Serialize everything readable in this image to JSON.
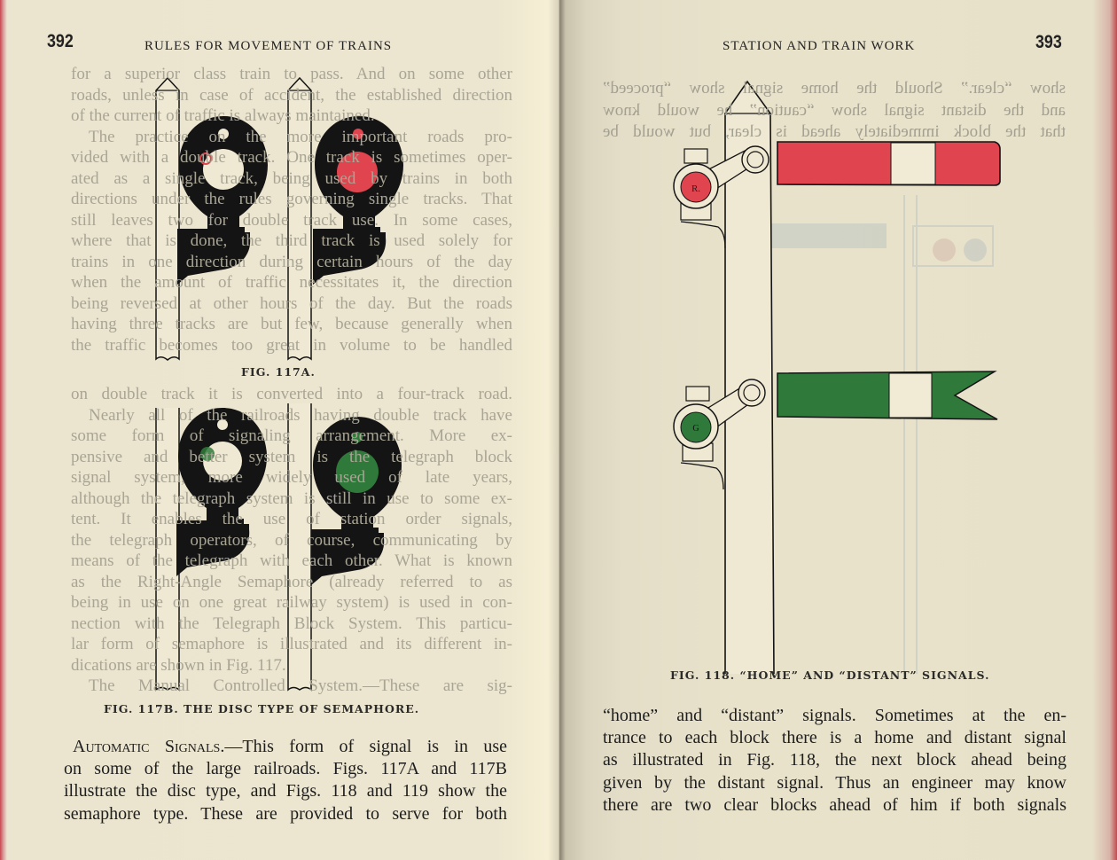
{
  "left_page": {
    "page_number": "392",
    "running_head": "RULES FOR MOVEMENT OF TRAINS",
    "fig_117a_caption": "FIG. 117A.",
    "fig_117b_caption": "FIG. 117B. THE DISC TYPE OF SEMAPHORE.",
    "body_lead": "Automatic Signals.",
    "body_lines": [
      "—This form of signal is in use",
      "on some of the large railroads.  Figs. 117A and 117B",
      "illustrate the disc type, and Figs. 118 and 119 show the",
      "semaphore type.  These are provided to serve for both"
    ],
    "show_through_lines": [
      "for a superior class train to pass.  And on some other",
      "roads, unless in case of accident, the established direction",
      "of the current of traffic is always maintained.",
      "The practice on the more important roads pro-",
      "vided with a double track.  One track is sometimes oper-",
      "ated as a single track, being used by trains in both",
      "directions under the rules governing single tracks.  That",
      "still leaves two for double track use.  In some cases,",
      "where that is done, the third track is used solely for",
      "trains in one direction during certain hours of the day",
      "when the amount of traffic necessitates it, the direction",
      "being reversed at other hours of the day.  But the roads",
      "having three tracks are but few, because generally when",
      "the traffic becomes too great in volume to be handled",
      "on double track it is converted into a four-track road.",
      "Nearly all of the railroads having double track have",
      "some form of signaling arrangement.  More ex-",
      "pensive and better system is the telegraph block",
      "signal system, more widely used of late years,",
      "although the telegraph system is still in use to some ex-",
      "tent.  It enables the use of station order signals,",
      "the telegraph operators, of course, communicating by",
      "means of the telegraph with each other.  What is known",
      "as the Right-Angle Semaphore (already referred to as",
      "being in use on one great railway system) is used in con-",
      "nection with the Telegraph Block System.  This particu-",
      "lar form of semaphore is illustrated and its different in-",
      "dications are shown in Fig. 117.",
      "The Manual Controlled System.—These are sig-"
    ]
  },
  "right_page": {
    "page_number": "393",
    "running_head": "STATION AND TRAIN WORK",
    "home_lamp_label": "R.",
    "distant_lamp_label": "G",
    "fig_118_caption": "FIG. 118.  “HOME” AND “DISTANT” SIGNALS.",
    "body_lines": [
      "“home” and “distant” signals.  Sometimes at the en-",
      "trance to each block there is a home and distant signal",
      "as illustrated in Fig. 118, the next block ahead being",
      "given by the distant signal.  Thus an engineer may know",
      "there are two clear blocks ahead of him if both signals"
    ],
    "show_through_lines": [
      "show “clear.”  Should the home signal show “proceed”",
      "and the distant signal show “caution” he would know",
      "that the block immediately ahead is clear, but would be"
    ]
  },
  "colors": {
    "signal_red": "#e0444e",
    "signal_green": "#2f7a3a",
    "ink": "#141414",
    "paper": "#e9e3cc"
  }
}
